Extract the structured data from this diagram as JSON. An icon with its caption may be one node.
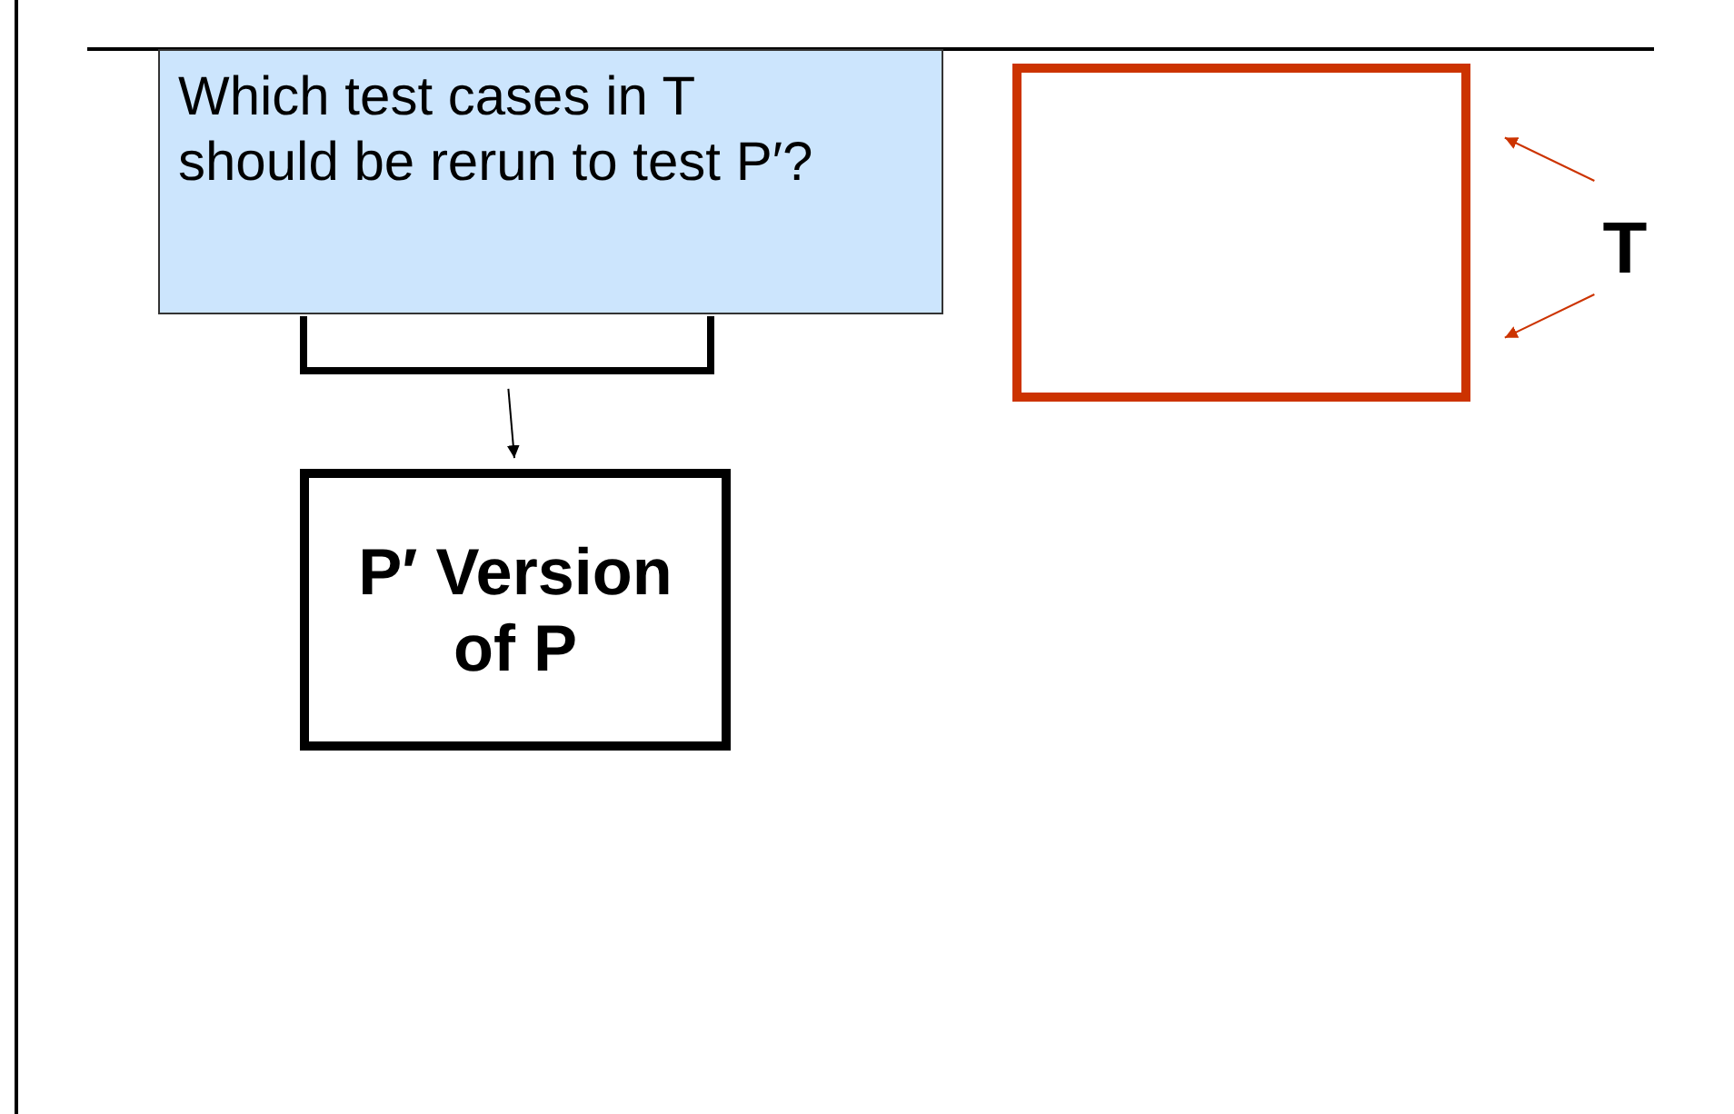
{
  "diagram": {
    "nodes": [
      {
        "text": [
          "Which test cases in T should be rerun to test P′?"
        ]
      },
      {
        "text": [],
        "shape": "box"
      },
      {
        "text": [],
        "shape": "box"
      },
      {
        "text": [
          "T"
        ]
      },
      {
        "text": [
          "P′ Version of P"
        ]
      }
    ],
    "edges": [
      {
        "from": 1,
        "to": 4,
        "arrow": "to",
        "color": "#000000"
      },
      {
        "from": 3,
        "to": 2,
        "arrow": "to",
        "color": "#cc3300"
      },
      {
        "from": 3,
        "to": 2,
        "arrow": "to",
        "color": "#cc3300"
      }
    ]
  }
}
